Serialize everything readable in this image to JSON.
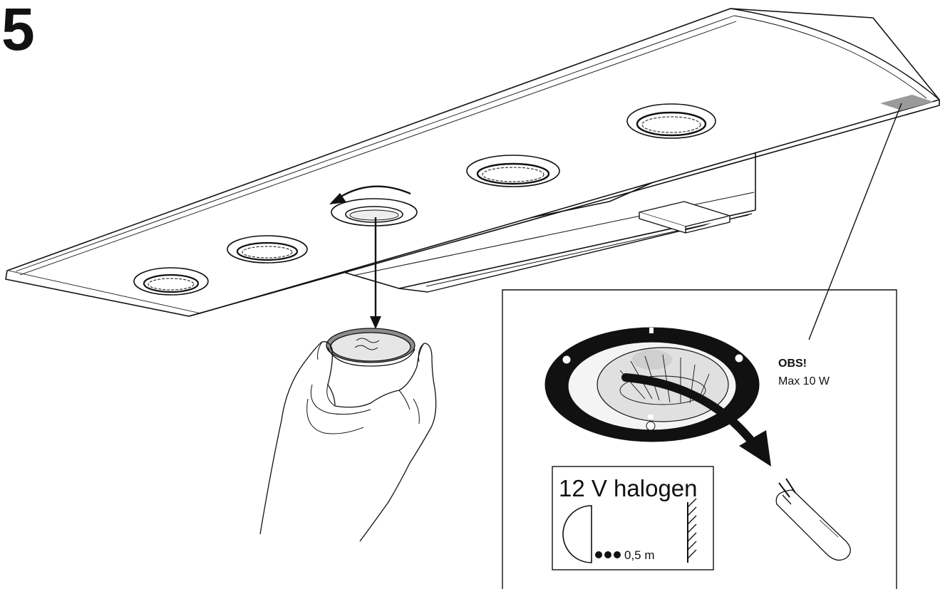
{
  "step_number": "5",
  "note": {
    "heading": "OBS!",
    "text": "Max 10 W"
  },
  "lamp_label": {
    "type": "12 V halogen",
    "distance": "0,5 m"
  }
}
